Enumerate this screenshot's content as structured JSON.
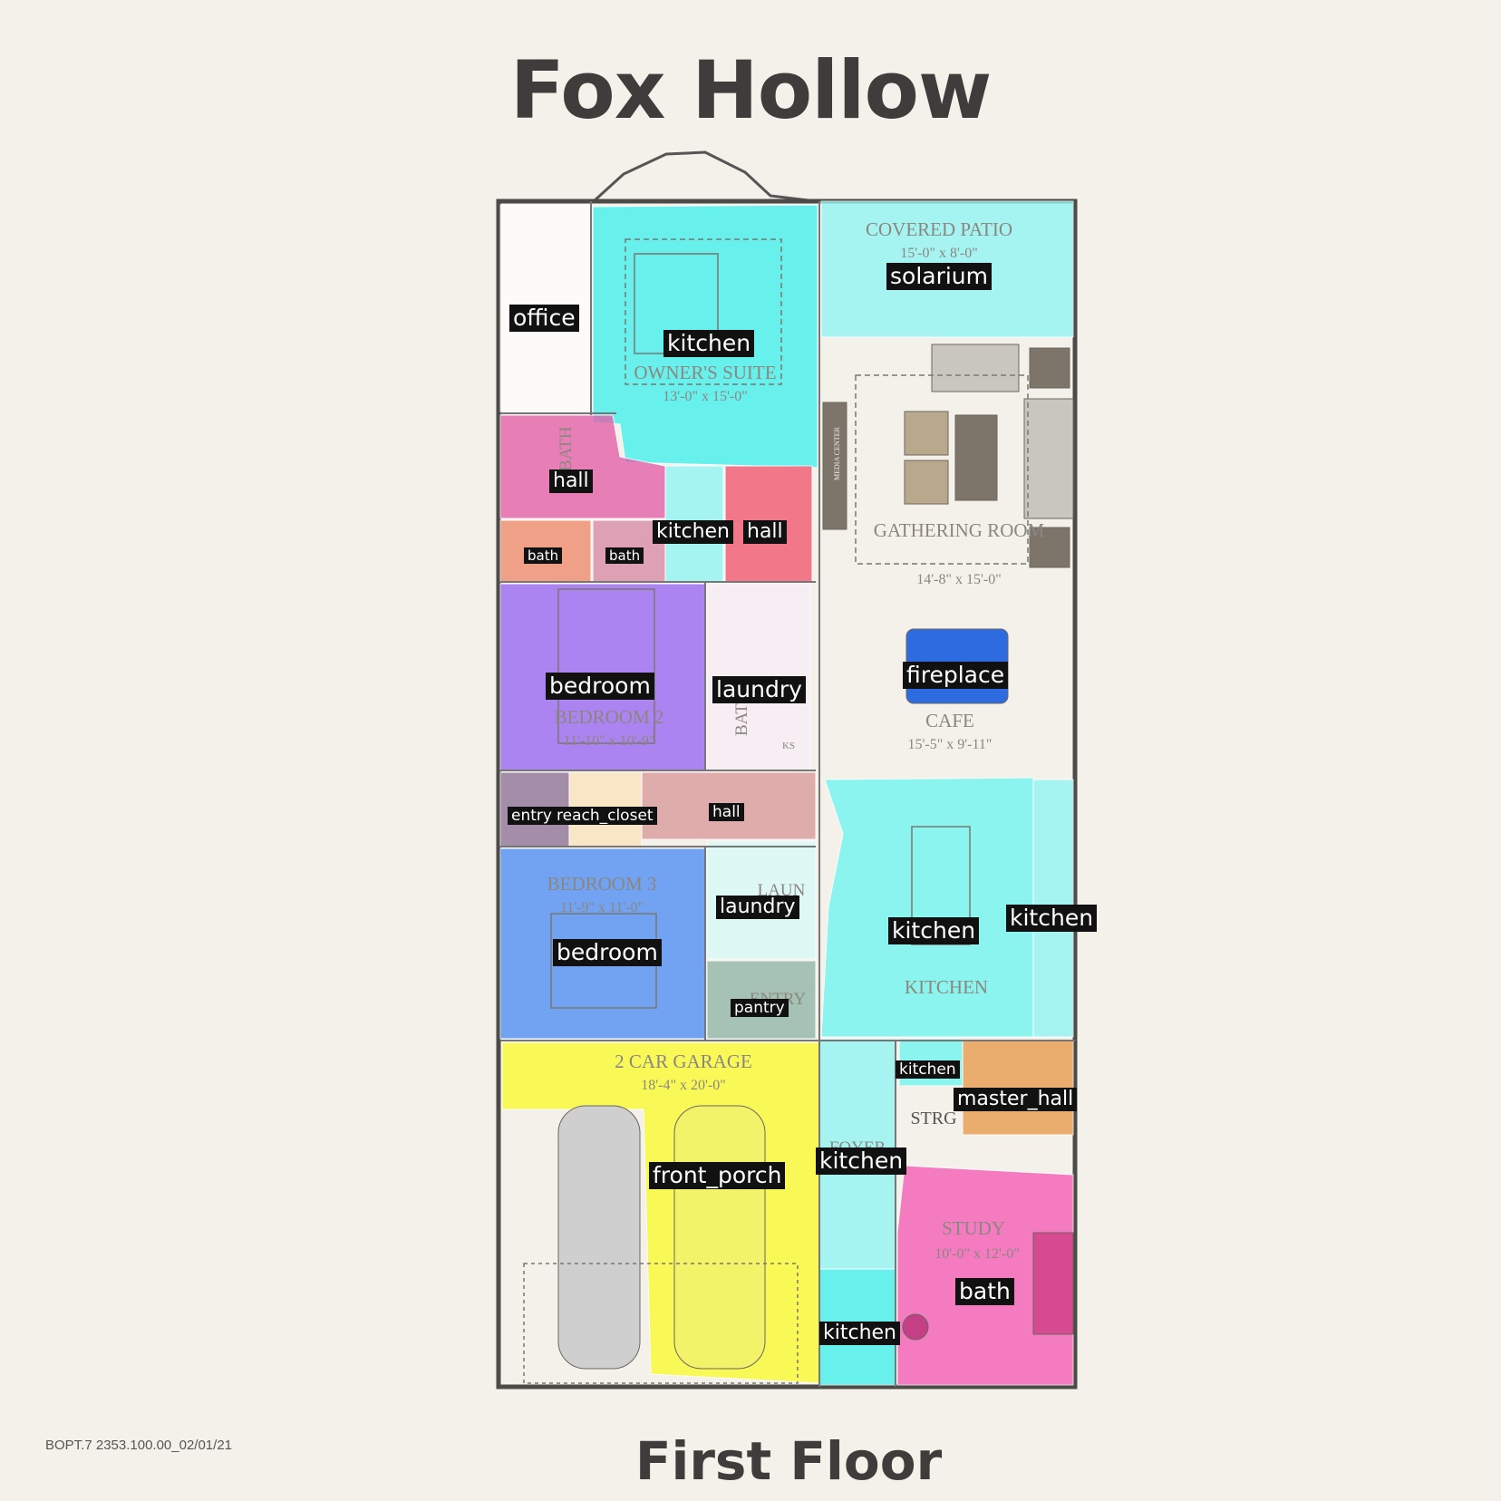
{
  "header": {
    "title": "Fox Hollow"
  },
  "footer": {
    "floor": "First Floor",
    "code": "BOPT.7  2353.100.00_02/01/21"
  },
  "printed_rooms": {
    "covered_patio": "COVERED PATIO",
    "covered_patio_dim": "15'-0\" x 8'-0\"",
    "owners_suite": "OWNER'S SUITE",
    "owners_suite_dim": "13'-0\" x 15'-0\"",
    "bath": "BATH",
    "media_center": "MEDIA CENTER",
    "gathering_room": "GATHERING ROOM",
    "gathering_room_dim": "14'-8\" x 15'-0\"",
    "bedroom2": "BEDROOM 2",
    "bedroom2_dim": "11'-10\" x 10'-9\"",
    "bath2": "BATH 2",
    "cafe": "CAFE",
    "cafe_dim": "15'-5\" x 9'-11\"",
    "ks": "KS",
    "bedroom3": "BEDROOM 3",
    "bedroom3_dim": "11'-9\" x 11'-0\"",
    "laun": "LAUN",
    "entry": "ENTRY",
    "kitchen": "KITCHEN",
    "garage": "2 CAR GARAGE",
    "garage_dim": "18'-4\" x 20'-0\"",
    "foyer": "FOYER",
    "strg": "STRG",
    "study": "STUDY",
    "study_dim": "10'-0\" x 12'-0\""
  },
  "labels": {
    "office": "office",
    "kitchen_owner": "kitchen",
    "solarium": "solarium",
    "hall_bath": "hall",
    "bath_tub": "bath",
    "bath_small": "bath",
    "kitchen_closet": "kitchen",
    "hall_red": "hall",
    "bedroom_purple": "bedroom",
    "laundry_top": "laundry",
    "fireplace": "fireplace",
    "entry": "entry",
    "reach_closet": "reach_closet",
    "hall_mid": "hall",
    "bedroom_blue": "bedroom",
    "laundry_mid": "laundry",
    "kitchen_main": "kitchen",
    "kitchen_right": "kitchen",
    "pantry": "pantry",
    "kitchen_small": "kitchen",
    "master_hall": "master_hall",
    "front_porch": "front_porch",
    "kitchen_foyer": "kitchen",
    "bath_study": "bath",
    "kitchen_bottom": "kitchen"
  },
  "colors": {
    "background": "#f4f1ea",
    "cyan": "#41f0ee",
    "light_cyan": "#8ff6f4",
    "pink": "#e45ea8",
    "salmon": "#f08a6a",
    "red": "#f2576e",
    "purple": "#9966f5",
    "blue": "#4d8ef5",
    "yellow": "#fafa2e",
    "orange": "#e89a4a",
    "mauve": "#d89a9a",
    "peach": "#fbe3bd",
    "grey_purple": "#8e7196",
    "teal_grey": "#8fb5a5",
    "dark_blue": "#2e6be0",
    "magenta": "#f45ab4"
  }
}
